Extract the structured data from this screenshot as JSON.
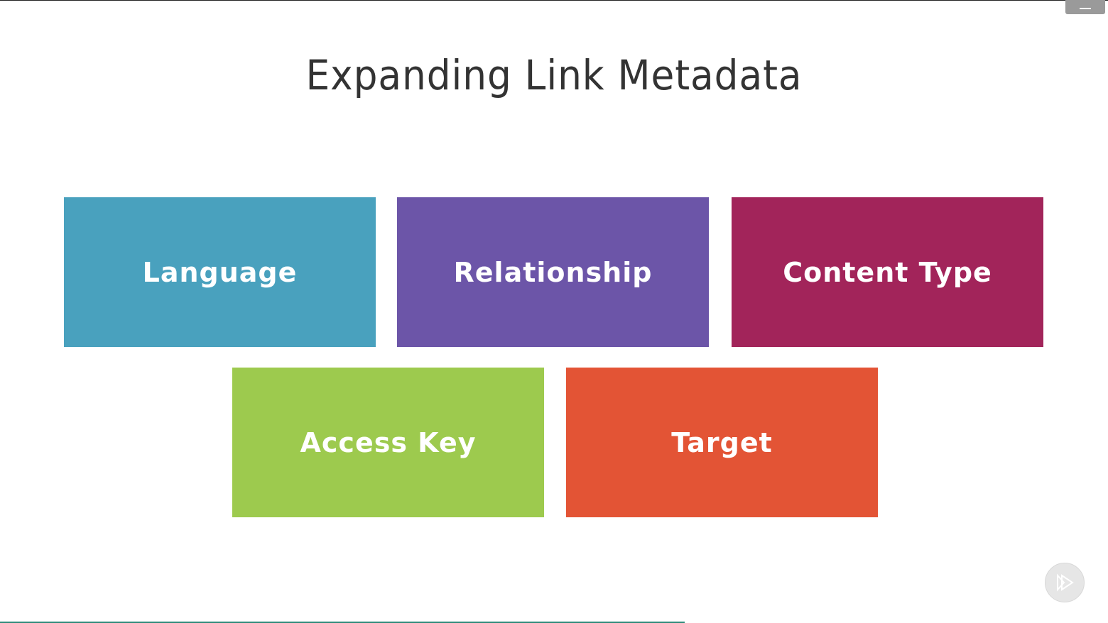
{
  "slide": {
    "title": "Expanding Link Metadata"
  },
  "tiles": [
    {
      "label": "Language",
      "color": "#49a1be"
    },
    {
      "label": "Relationship",
      "color": "#6c55a8"
    },
    {
      "label": "Content Type",
      "color": "#a2245a"
    },
    {
      "label": "Access Key",
      "color": "#9dca4e"
    },
    {
      "label": "Target",
      "color": "#e35435"
    }
  ],
  "player": {
    "progress_fraction": 0.618,
    "progress_color": "#2e8b7a",
    "play_icon": "play-forward-icon",
    "menu_icon": "menu-icon"
  }
}
